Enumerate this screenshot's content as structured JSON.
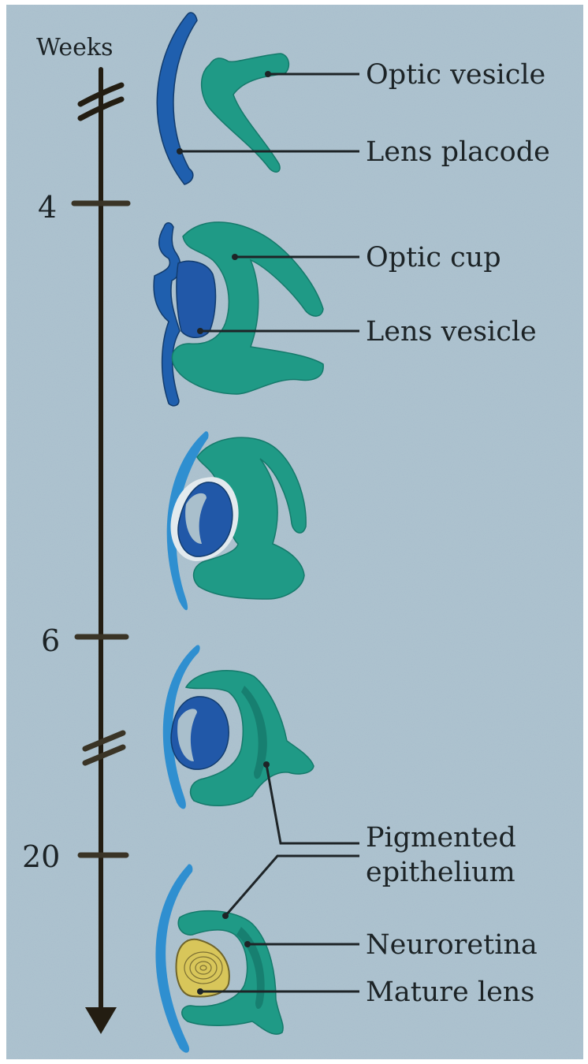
{
  "axis": {
    "title": "Weeks",
    "ticks": [
      "4",
      "6",
      "20"
    ]
  },
  "labels": {
    "optic_vesicle": "Optic vesicle",
    "lens_placode": "Lens placode",
    "optic_cup": "Optic cup",
    "lens_vesicle": "Lens vesicle",
    "pigmented_epithelium_line1": "Pigmented",
    "pigmented_epithelium_line2": "epithelium",
    "neuroretina": "Neuroretina",
    "mature_lens": "Mature lens"
  },
  "colors": {
    "paper": "#a9bfcc",
    "frame": "#ffffff",
    "timeline": "#231d12",
    "optic_teal": "#1f9a86",
    "optic_teal_dark": "#177f70",
    "ectoderm_blue": "#1f5fae",
    "lens_blue": "#2158a8",
    "cornea_light_blue": "#2f8fd0",
    "mature_lens_yellow": "#d8c65a",
    "label_ink": "#1c2326"
  }
}
